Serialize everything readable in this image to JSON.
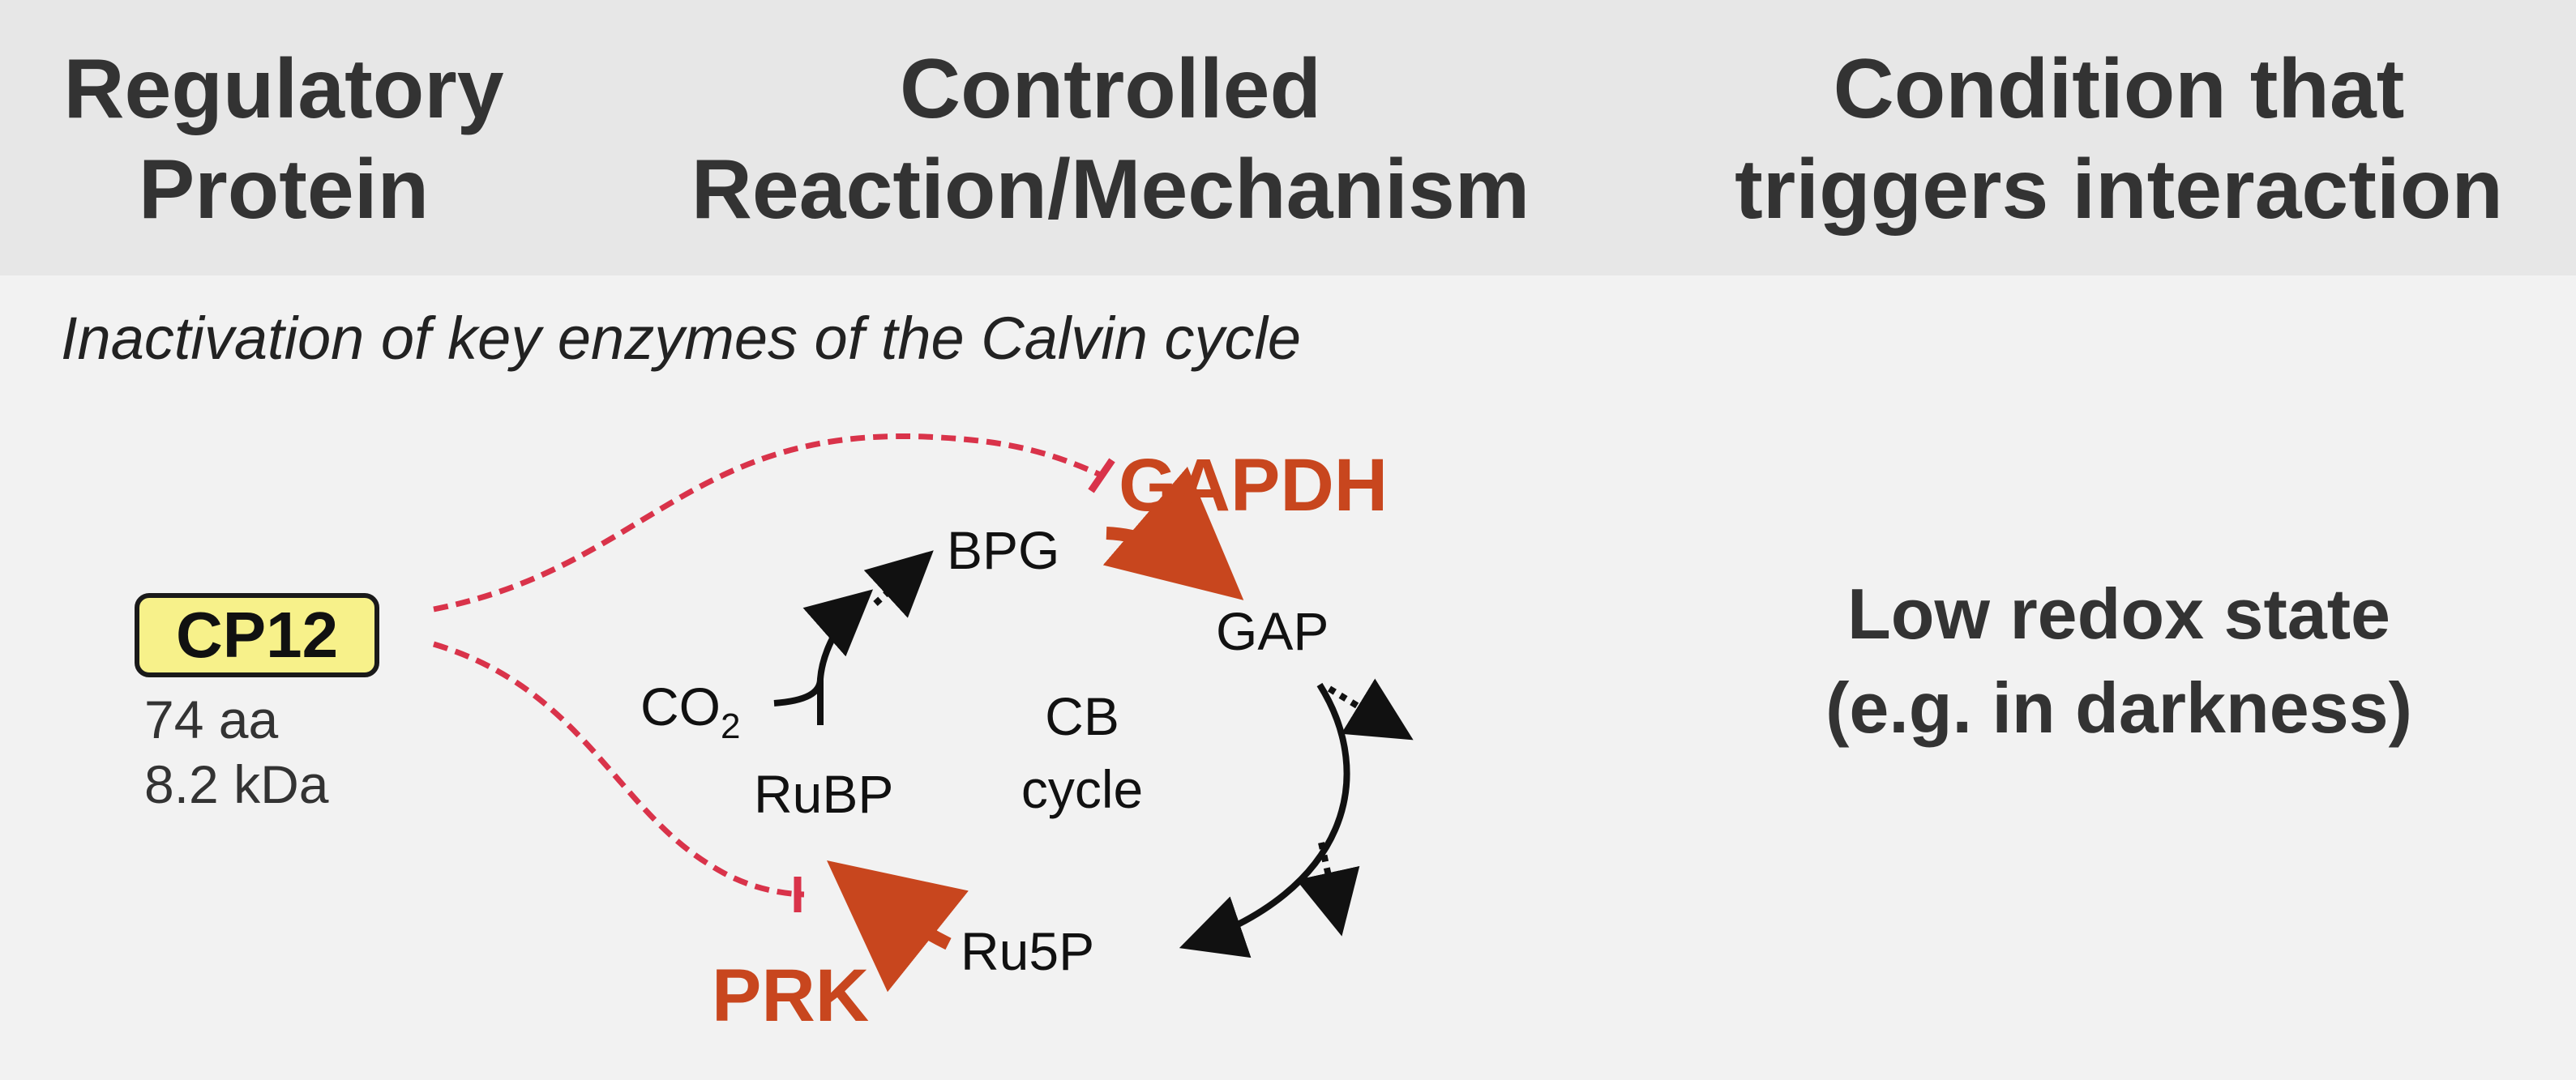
{
  "header": {
    "col1": "Regulatory\nProtein",
    "col2": "Controlled\nReaction/Mechanism",
    "col3": "Condition that\ntriggers interaction"
  },
  "subtitle": "Inactivation of key enzymes of the Calvin cycle",
  "protein": {
    "name": "CP12",
    "length": "74 aa",
    "mass": "8.2 kDa"
  },
  "cycle": {
    "center_line1": "CB",
    "center_line2": "cycle",
    "metabolites": {
      "bpg": "BPG",
      "gap": "GAP",
      "ru5p": "Ru5P",
      "rubp": "RuBP",
      "co2_main": "CO",
      "co2_sub": "2"
    },
    "enzymes": {
      "gapdh": "GAPDH",
      "prk": "PRK"
    }
  },
  "condition": {
    "line1": "Low redox state",
    "line2": "(e.g. in darkness)"
  },
  "colors": {
    "header_bg": "#e7e7e7",
    "body_bg": "#f2f2f2",
    "enzyme_red": "#c8461e",
    "inhibition_red": "#d9334a",
    "cp12_fill": "#f7f18a"
  }
}
